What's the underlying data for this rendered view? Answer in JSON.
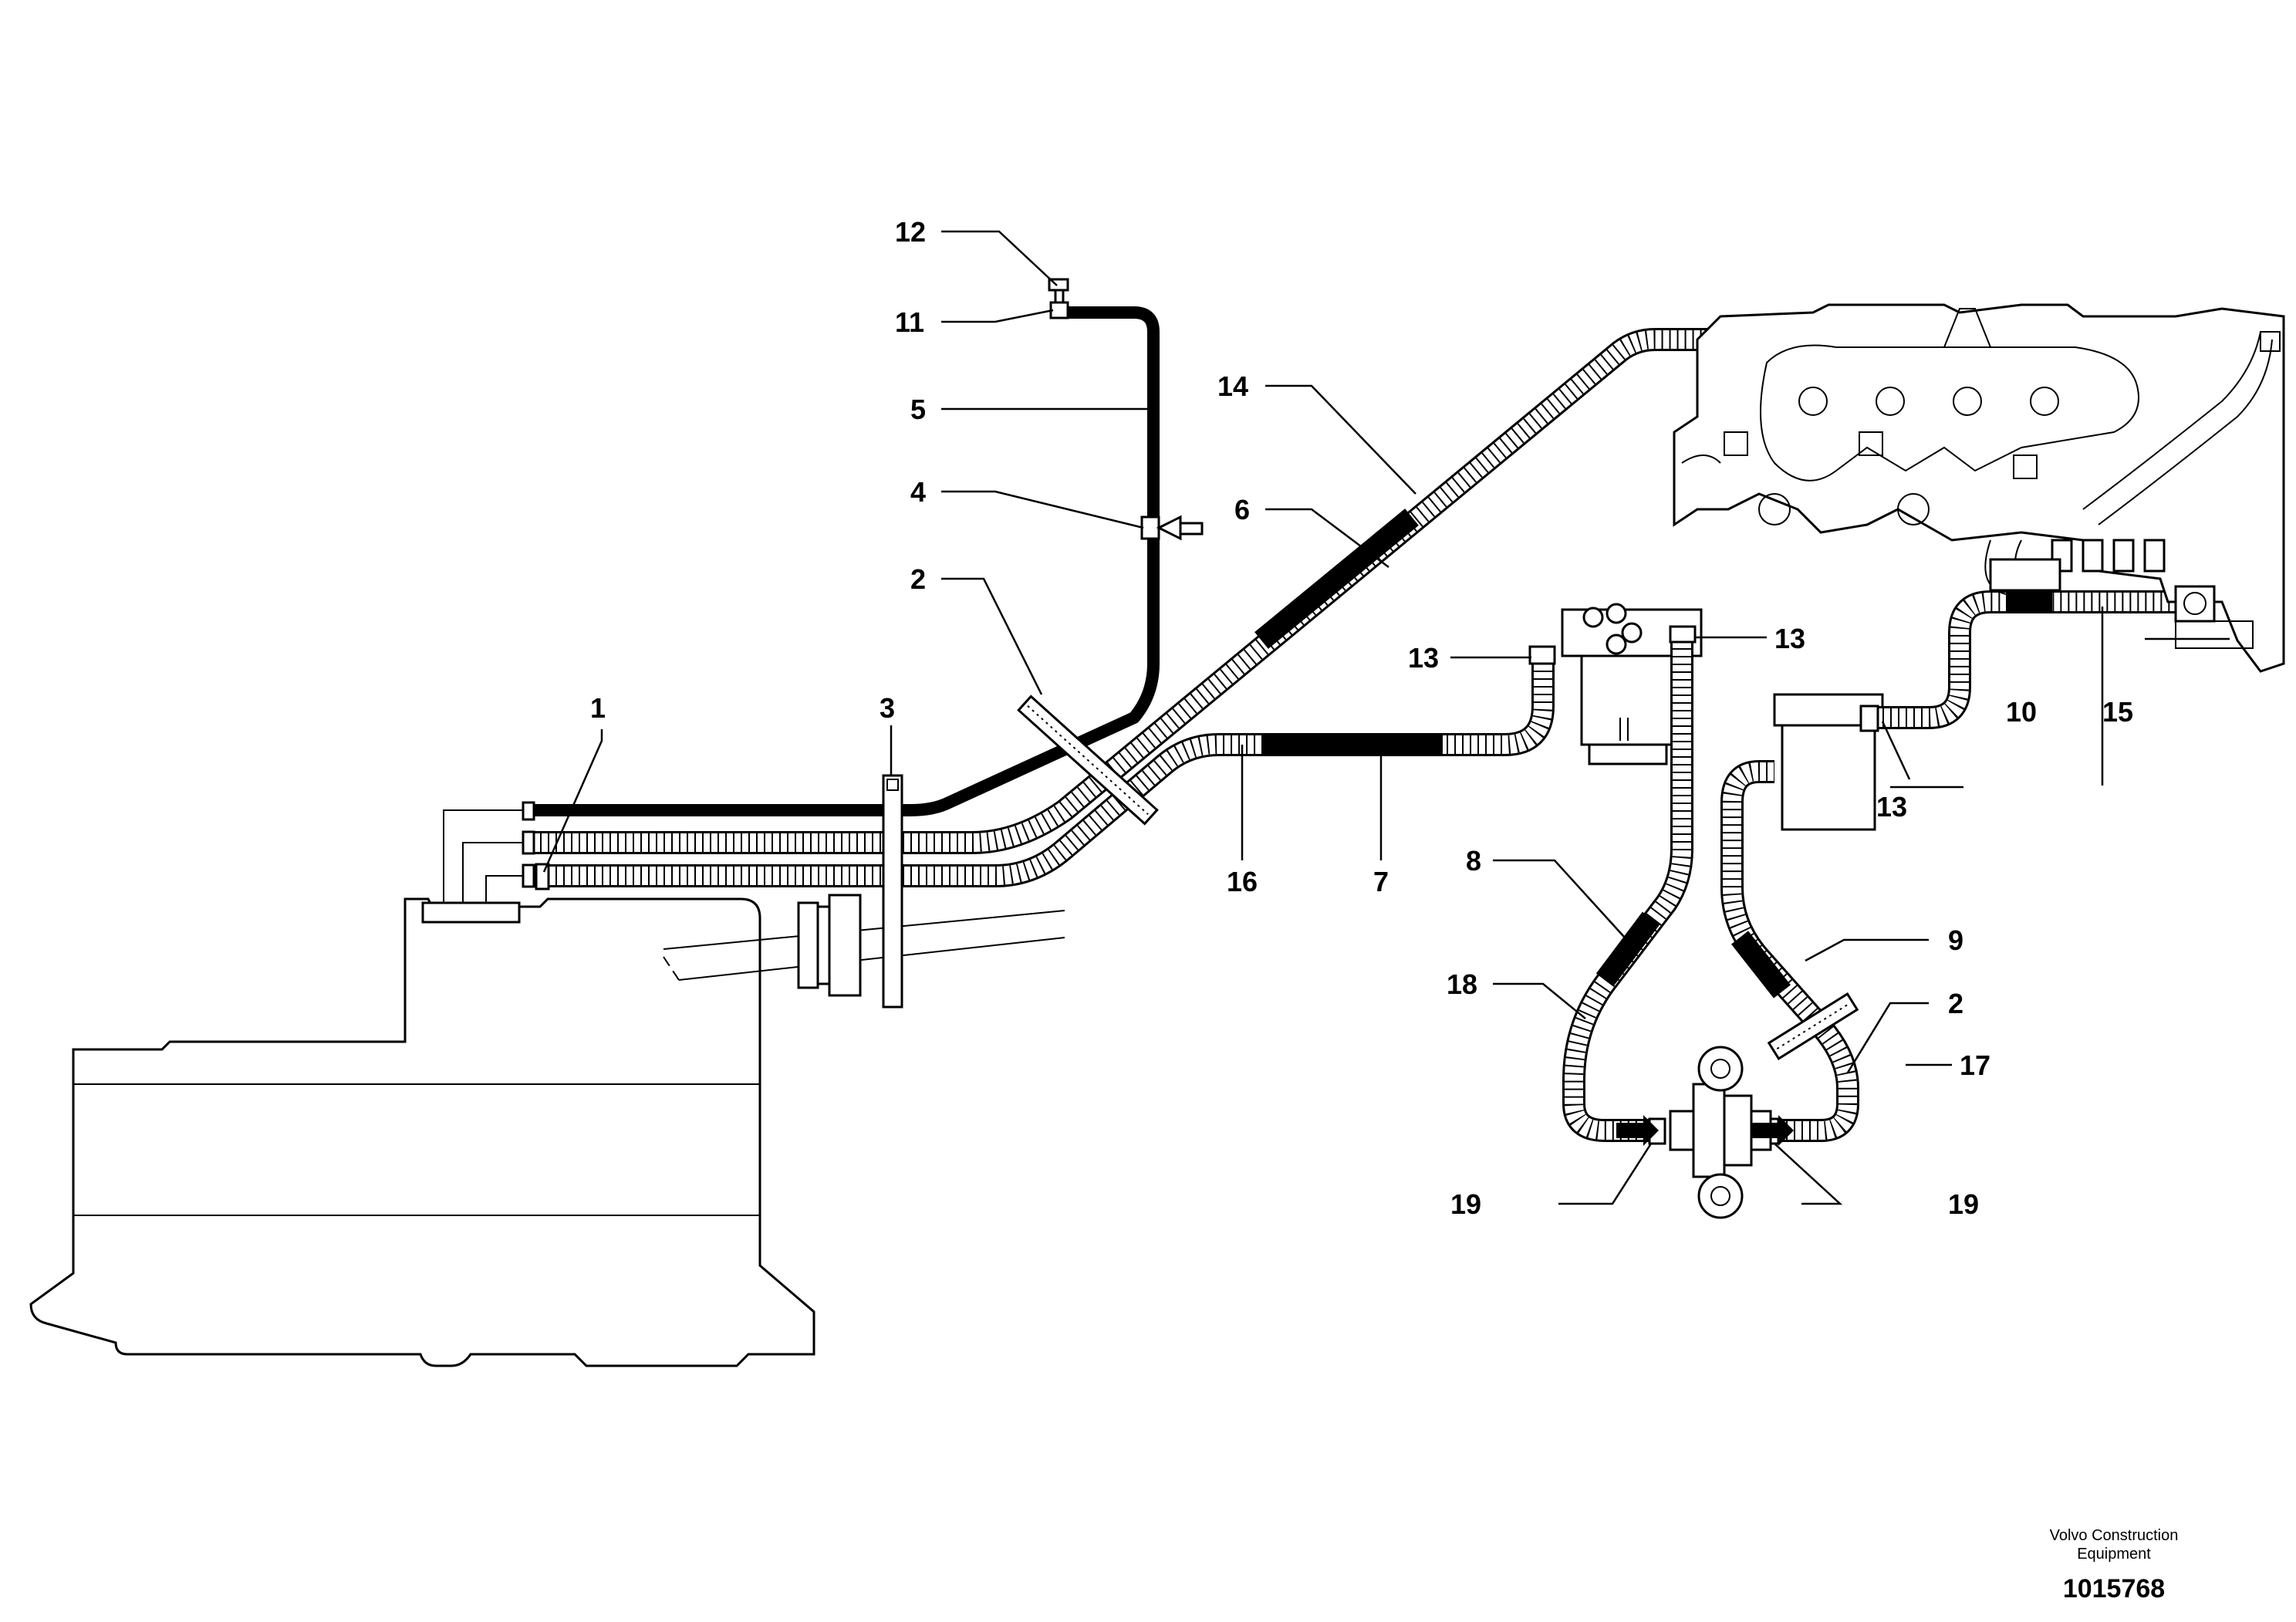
{
  "callouts": {
    "c1": "1",
    "c2a": "2",
    "c2b": "2",
    "c3": "3",
    "c4": "4",
    "c5": "5",
    "c6": "6",
    "c7": "7",
    "c8": "8",
    "c9": "9",
    "c10": "10",
    "c11": "11",
    "c12": "12",
    "c13a": "13",
    "c13b": "13",
    "c13c": "13",
    "c14": "14",
    "c15": "15",
    "c16": "16",
    "c17": "17",
    "c18": "18",
    "c19a": "19",
    "c19b": "19"
  },
  "footer": {
    "brand_line1": "Volvo Construction",
    "brand_line2": "Equipment",
    "drawing_number": "1015768"
  }
}
